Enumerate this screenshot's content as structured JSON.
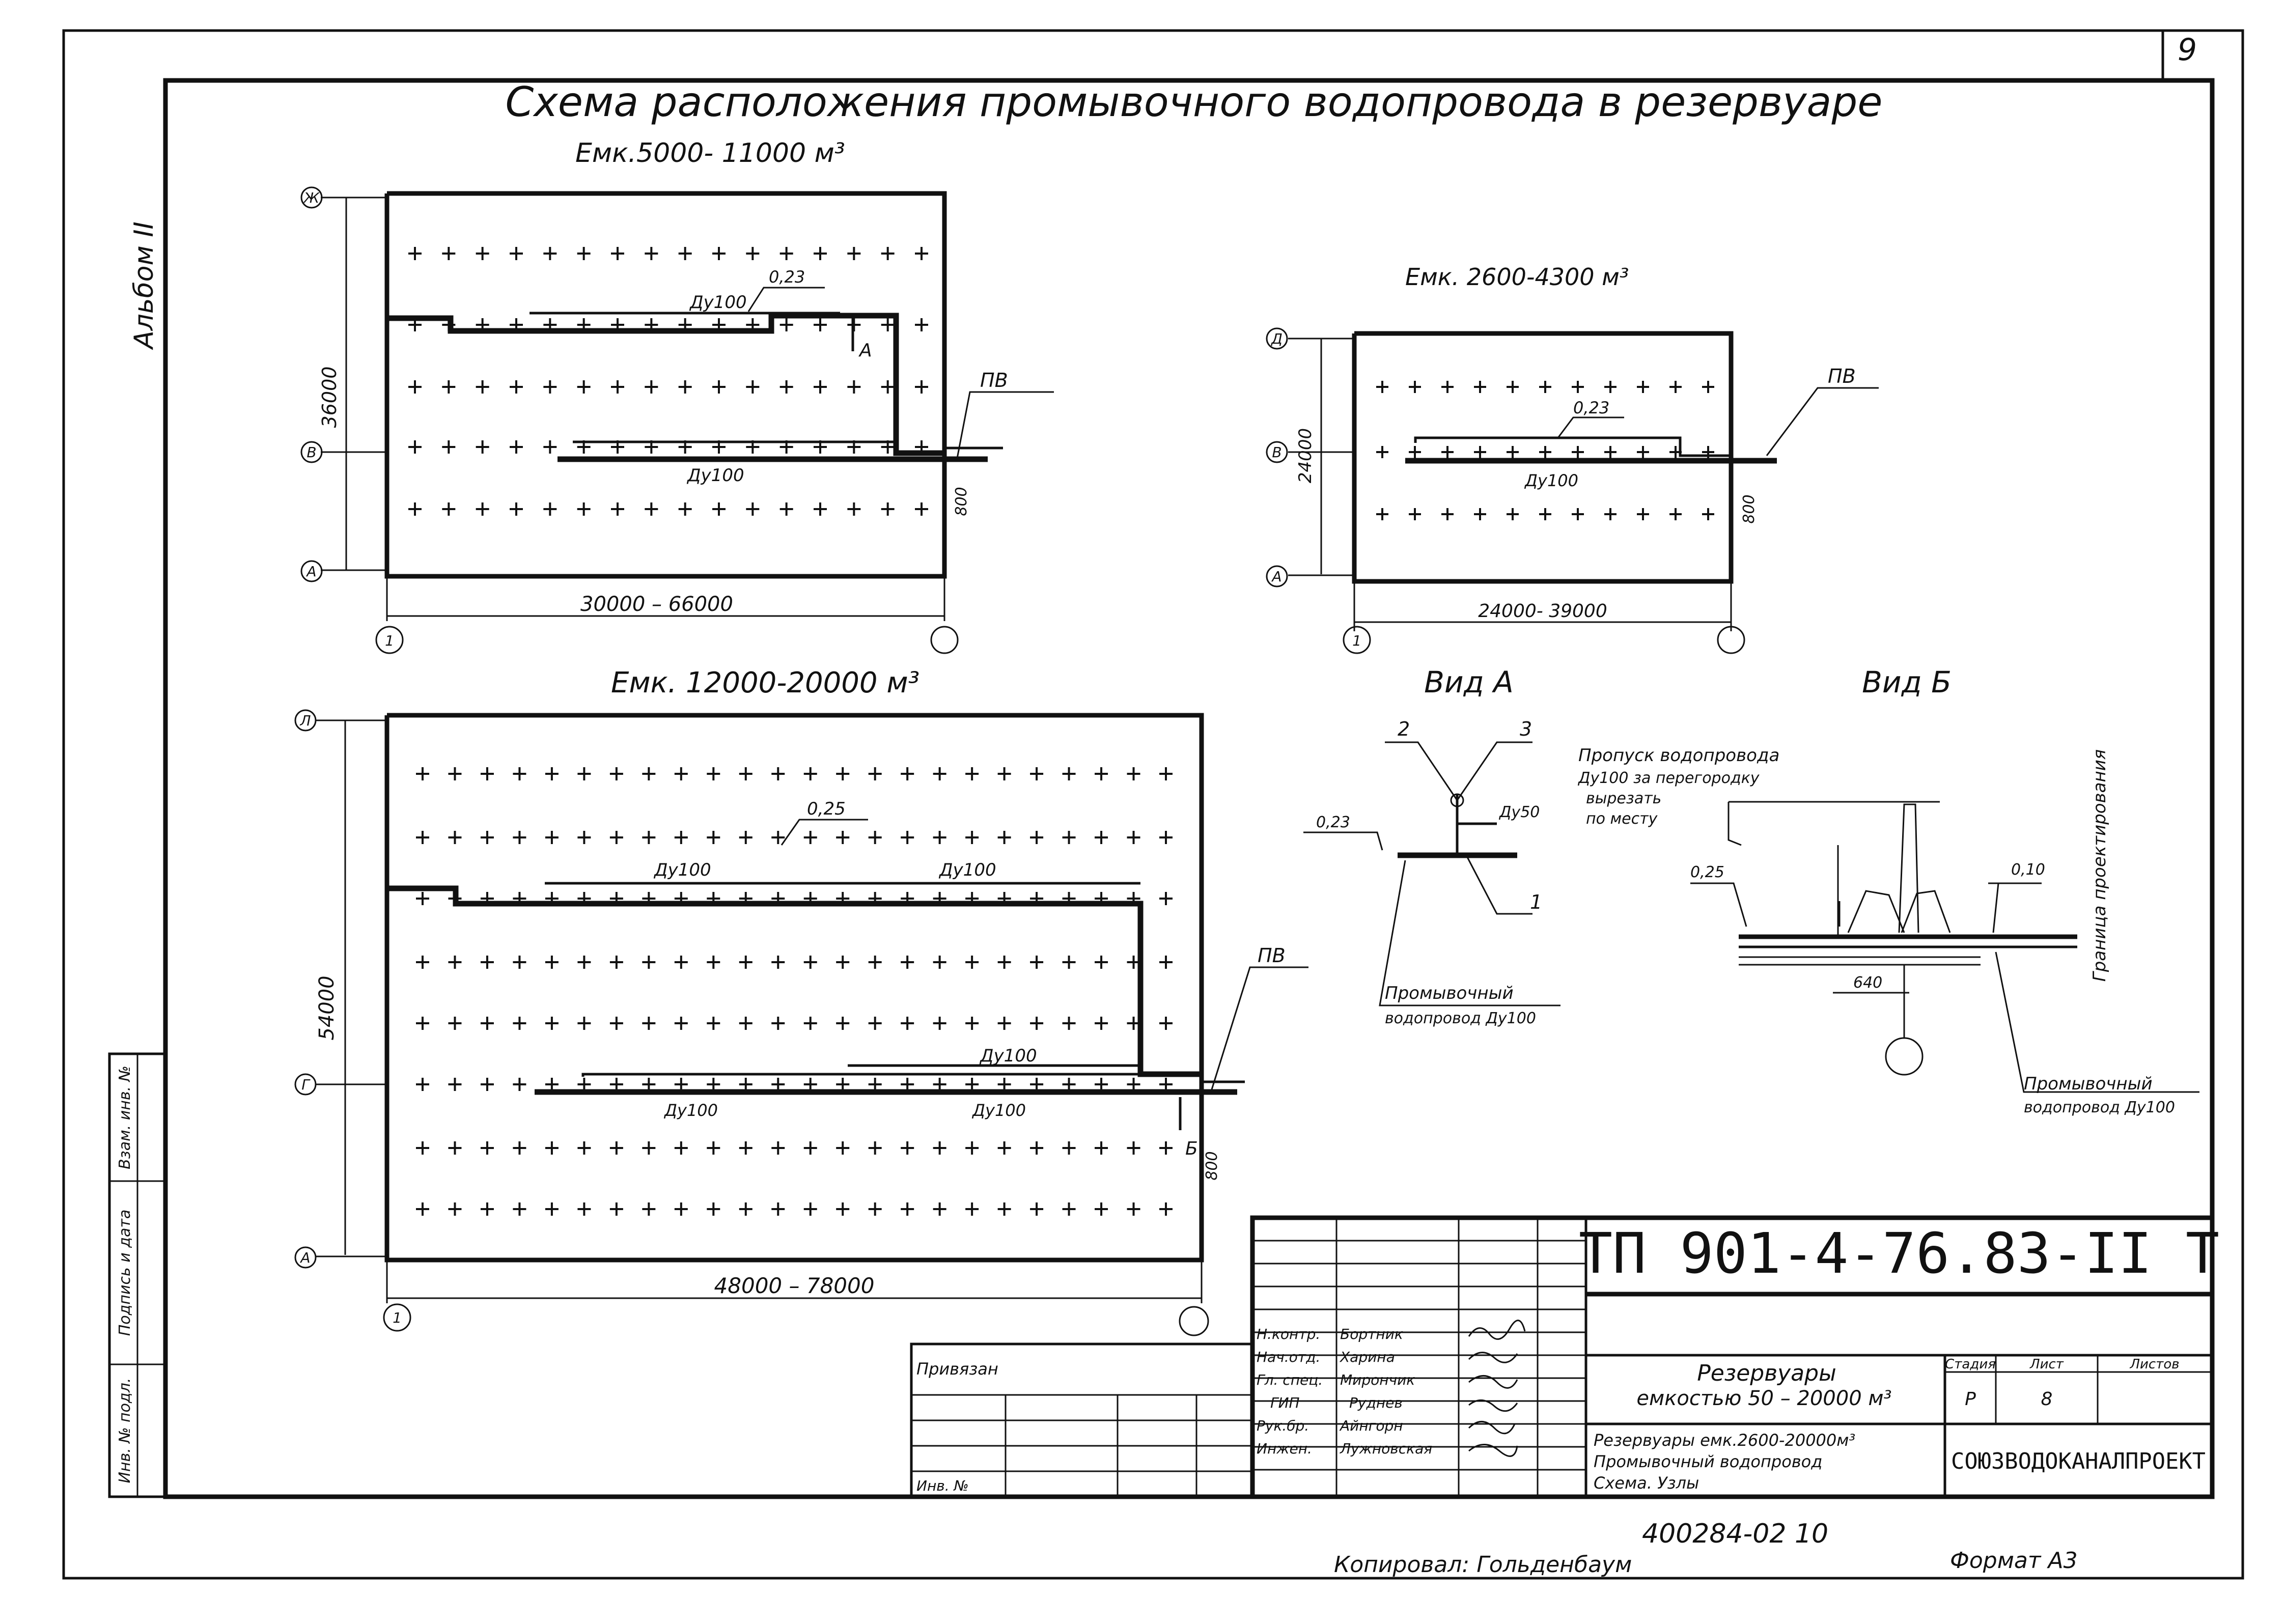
{
  "sheet": {
    "page_number": "9",
    "main_title": "Схема расположения промывочного водопровода в резервуаре",
    "album_label": "Альбом II",
    "format_label": "Формат А3",
    "copied_by": "Копировал: Гольденбаум",
    "archive_number": "400284-02 10"
  },
  "plan_a": {
    "title": "Емк.5000- 11000 м³",
    "dim_length": "30000 – 66000",
    "dim_width": "36000",
    "dim_offset": "800",
    "pipe_label_top": "Ду100",
    "pipe_label_bottom": "Ду100",
    "slope": "0,23",
    "pv": "ПВ",
    "view_a_marker": "А",
    "axes": {
      "top": "Ж",
      "mid": "В",
      "bottom": "А",
      "left": "1",
      "right": ""
    }
  },
  "plan_b": {
    "title": "Емк. 2600-4300 м³",
    "dim_length": "24000- 39000",
    "dim_width": "24000",
    "dim_offset": "800",
    "pipe_label": "Ду100",
    "slope": "0,23",
    "pv": "ПВ",
    "axes": {
      "top": "Д",
      "mid": "В",
      "bottom": "А",
      "left": "1",
      "right": ""
    }
  },
  "plan_c": {
    "title": "Емк. 12000-20000 м³",
    "dim_length": "48000 – 78000",
    "dim_width": "54000",
    "dim_offset": "800",
    "pipe_labels_top": [
      "Ду100",
      "Ду100"
    ],
    "pipe_label_mid": "Ду100",
    "pipe_labels_bottom": [
      "Ду100",
      "Ду100"
    ],
    "slope": "0,25",
    "pv": "ПВ",
    "view_b_marker": "Б",
    "axes": {
      "top": "Л",
      "mid": "Г",
      "bottom": "А",
      "left": "1",
      "right": ""
    }
  },
  "view_a": {
    "title": "Вид А",
    "callouts": [
      "2",
      "3",
      "1"
    ],
    "slope": "0,23",
    "branch": "Ду50",
    "pipe_note": [
      "Промывочный",
      "водопровод Ду100"
    ]
  },
  "view_b": {
    "title": "Вид Б",
    "note": [
      "Пропуск водопровода",
      "Ду100 за перегородку",
      "вырезать",
      "по месту"
    ],
    "level_left": "0,25",
    "level_right": "0,10",
    "dim": "640",
    "boundary": "Граница проектирования",
    "pipe_note": [
      "Промывочный",
      "водопровод Ду100"
    ]
  },
  "title_block": {
    "code": "ТП 901-4-76.83-II Т",
    "privyazan": "Привязан",
    "inv_no": "Инв. №",
    "roles": [
      "Н.контр.",
      "Нач.отд.",
      "Гл. спец.",
      "ГИП",
      "Рук.бр.",
      "Инжен."
    ],
    "names": [
      "Бортник",
      "Харина",
      "Мирончик",
      "Руднев",
      "Айнгорн",
      "Лужновская"
    ],
    "object": [
      "Резервуары",
      "емкостью 50 – 20000 м³"
    ],
    "sheet_title": [
      "Резервуары емк.2600-20000м³",
      "Промывочный водопровод",
      "Схема. Узлы"
    ],
    "stage_header": "Стадия",
    "sheet_header": "Лист",
    "sheets_header": "Листов",
    "stage": "Р",
    "sheet_no": "8",
    "org": "СОЮЗВОДОКАНАЛПРОЕКТ"
  },
  "side_stamp": {
    "labels": [
      "Инв. № подл.",
      "Подпись и дата",
      "Взам. инв. №"
    ]
  }
}
